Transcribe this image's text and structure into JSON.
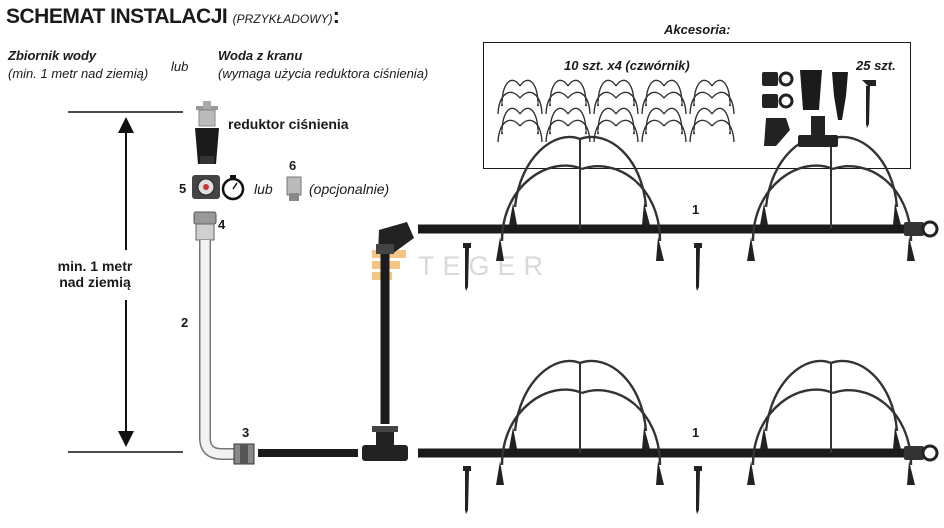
{
  "title": {
    "main": "SCHEMAT INSTALACJI",
    "sub": "(PRZYKŁADOWY)",
    "colon": ":"
  },
  "left_source": {
    "title": "Zbiornik wody",
    "subtitle": "(min. 1 metr nad ziemią)"
  },
  "or_top": "lub",
  "right_source": {
    "title": "Woda z kranu",
    "subtitle": "(wymaga użycia reduktora ciśnienia)"
  },
  "reducer_label": "reduktor ciśnienia",
  "height_label": {
    "line1": "min. 1 metr",
    "line2": "nad ziemią"
  },
  "timer_row": {
    "num5": "5",
    "or": "lub",
    "num6": "6",
    "optional": "(opcjonalnie)"
  },
  "numbers": {
    "n4": "4",
    "n2": "2",
    "n3": "3",
    "line_top": "1",
    "line_bottom": "1"
  },
  "accessories": {
    "title": "Akcesoria:",
    "drippers_label": "10 szt. x4 (czwórnik)",
    "stakes_label": "25 szt."
  },
  "watermark": "TEGER",
  "colors": {
    "hose": "#1b1b1b",
    "feed_tube": "#f2f2f2",
    "accent": "#f0a030"
  }
}
